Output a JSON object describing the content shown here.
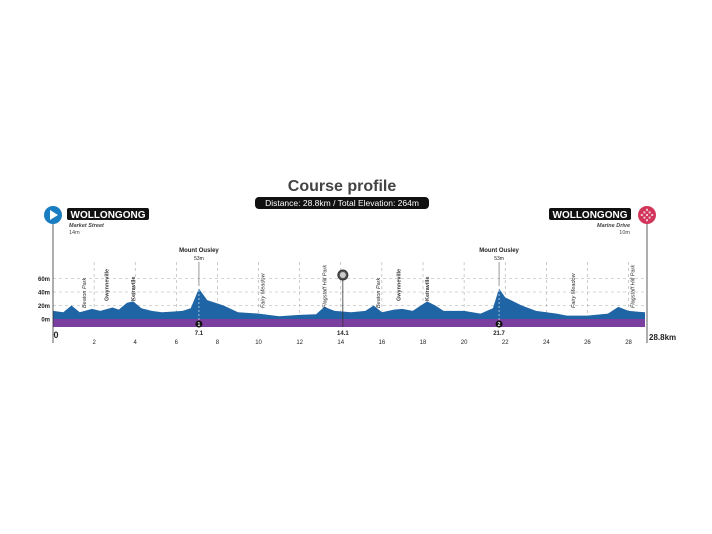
{
  "chart_data": {
    "type": "area",
    "title": "Course profile",
    "subtitle": "Distance: 28.8km / Total Elevation: 264m",
    "xlim": [
      0,
      28.8
    ],
    "ylim": [
      -10,
      70
    ],
    "x_ticks": [
      "0",
      "2",
      "4",
      "6",
      "8",
      "10",
      "12",
      "14",
      "16",
      "18",
      "20",
      "22",
      "24",
      "26",
      "28"
    ],
    "x_end_label": "28.8km",
    "y_ticks": [
      {
        "v": 0,
        "label": "0m"
      },
      {
        "v": 20,
        "label": "20m"
      },
      {
        "v": 40,
        "label": "40m"
      },
      {
        "v": 60,
        "label": "60m"
      }
    ],
    "profile": [
      [
        0,
        12
      ],
      [
        0.5,
        10
      ],
      [
        0.9,
        20
      ],
      [
        1.3,
        10
      ],
      [
        1.9,
        15
      ],
      [
        2.3,
        12
      ],
      [
        2.9,
        17
      ],
      [
        3.2,
        14
      ],
      [
        3.6,
        24
      ],
      [
        3.9,
        26
      ],
      [
        4.3,
        16
      ],
      [
        4.8,
        12
      ],
      [
        5.3,
        10
      ],
      [
        5.8,
        11
      ],
      [
        6.3,
        12
      ],
      [
        6.7,
        16
      ],
      [
        7.1,
        45
      ],
      [
        7.5,
        28
      ],
      [
        8.3,
        20
      ],
      [
        9,
        10
      ],
      [
        10,
        8
      ],
      [
        11,
        4
      ],
      [
        12,
        6
      ],
      [
        12.8,
        7
      ],
      [
        13.2,
        18
      ],
      [
        13.7,
        12
      ],
      [
        14.5,
        10
      ],
      [
        15.2,
        12
      ],
      [
        15.6,
        20
      ],
      [
        16,
        10
      ],
      [
        16.6,
        14
      ],
      [
        17,
        15
      ],
      [
        17.5,
        12
      ],
      [
        18.2,
        26
      ],
      [
        18.6,
        20
      ],
      [
        19,
        12
      ],
      [
        20,
        12
      ],
      [
        20.8,
        8
      ],
      [
        21.4,
        16
      ],
      [
        21.7,
        45
      ],
      [
        22,
        32
      ],
      [
        22.8,
        20
      ],
      [
        23.5,
        12
      ],
      [
        24.5,
        8
      ],
      [
        25,
        5
      ],
      [
        26,
        5
      ],
      [
        27,
        8
      ],
      [
        27.5,
        18
      ],
      [
        28,
        12
      ],
      [
        28.8,
        10
      ]
    ],
    "start": {
      "name": "WOLLONGONG",
      "street": "Market Street",
      "elev": "14m",
      "color": "#1a7cc1"
    },
    "finish": {
      "name": "WOLLONGONG",
      "street": "Marine Drive",
      "elev": "10m",
      "color": "#d1365a"
    },
    "climbs": [
      {
        "km": 7.1,
        "name": "Mount Ousley",
        "elev": "53m",
        "num": "1",
        "km_label": "7.1"
      },
      {
        "km": 21.7,
        "name": "Mount Ousley",
        "elev": "53m",
        "num": "2",
        "km_label": "21.7"
      }
    ],
    "lap_marker": {
      "km": 14.1,
      "km_label": "14.1"
    },
    "places": [
      {
        "km": 1.5,
        "name": "Beaton Park",
        "bold": false
      },
      {
        "km": 2.6,
        "name": "Gwynneville",
        "bold": true
      },
      {
        "km": 3.9,
        "name": "Keiraville",
        "bold": true
      },
      {
        "km": 10.2,
        "name": "Fairy Meadow",
        "bold": false
      },
      {
        "km": 13.2,
        "name": "Flagstaff Hill Park",
        "bold": false
      },
      {
        "km": 15.8,
        "name": "Beaton Park",
        "bold": false
      },
      {
        "km": 16.8,
        "name": "Gwynneville",
        "bold": true
      },
      {
        "km": 18.2,
        "name": "Keiraville",
        "bold": true
      },
      {
        "km": 25.3,
        "name": "Fairy Meadow",
        "bold": false
      },
      {
        "km": 28.2,
        "name": "Flagstaff Hill Park",
        "bold": false
      }
    ],
    "colors": {
      "area": "#1f64a4",
      "band": "#7b3fa0",
      "text": "#222222"
    }
  }
}
